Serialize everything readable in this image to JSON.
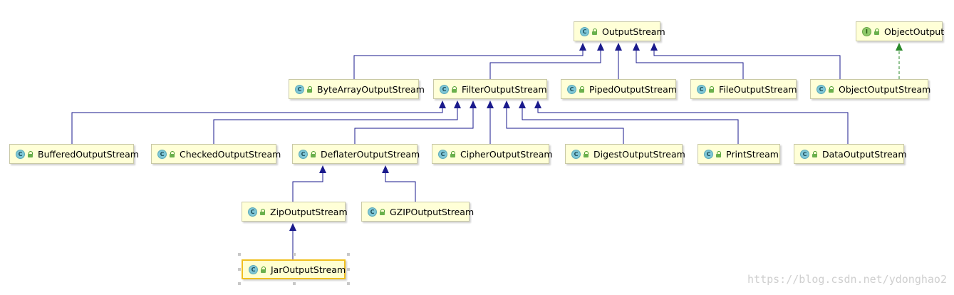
{
  "nodes": [
    {
      "id": "OutputStream",
      "label": "OutputStream",
      "kind": "class",
      "badge": "C"
    },
    {
      "id": "ObjectOutput",
      "label": "ObjectOutput",
      "kind": "interface",
      "badge": "I"
    },
    {
      "id": "ByteArrayOutputStream",
      "label": "ByteArrayOutputStream",
      "kind": "class",
      "badge": "C"
    },
    {
      "id": "FilterOutputStream",
      "label": "FilterOutputStream",
      "kind": "class",
      "badge": "C"
    },
    {
      "id": "PipedOutputStream",
      "label": "PipedOutputStream",
      "kind": "class",
      "badge": "C"
    },
    {
      "id": "FileOutputStream",
      "label": "FileOutputStream",
      "kind": "class",
      "badge": "C"
    },
    {
      "id": "ObjectOutputStream",
      "label": "ObjectOutputStream",
      "kind": "class",
      "badge": "C"
    },
    {
      "id": "BufferedOutputStream",
      "label": "BufferedOutputStream",
      "kind": "class",
      "badge": "C"
    },
    {
      "id": "CheckedOutputStream",
      "label": "CheckedOutputStream",
      "kind": "class",
      "badge": "C"
    },
    {
      "id": "DeflaterOutputStream",
      "label": "DeflaterOutputStream",
      "kind": "class",
      "badge": "C"
    },
    {
      "id": "CipherOutputStream",
      "label": "CipherOutputStream",
      "kind": "class",
      "badge": "C"
    },
    {
      "id": "DigestOutputStream",
      "label": "DigestOutputStream",
      "kind": "class",
      "badge": "C"
    },
    {
      "id": "PrintStream",
      "label": "PrintStream",
      "kind": "class",
      "badge": "C"
    },
    {
      "id": "DataOutputStream",
      "label": "DataOutputStream",
      "kind": "class",
      "badge": "C"
    },
    {
      "id": "ZipOutputStream",
      "label": "ZipOutputStream",
      "kind": "class",
      "badge": "C"
    },
    {
      "id": "GZIPOutputStream",
      "label": "GZIPOutputStream",
      "kind": "class",
      "badge": "C"
    },
    {
      "id": "JarOutputStream",
      "label": "JarOutputStream",
      "kind": "class",
      "badge": "C",
      "selected": true
    }
  ],
  "edges": [
    {
      "from": "ByteArrayOutputStream",
      "to": "OutputStream",
      "type": "extends"
    },
    {
      "from": "FilterOutputStream",
      "to": "OutputStream",
      "type": "extends"
    },
    {
      "from": "PipedOutputStream",
      "to": "OutputStream",
      "type": "extends"
    },
    {
      "from": "FileOutputStream",
      "to": "OutputStream",
      "type": "extends"
    },
    {
      "from": "ObjectOutputStream",
      "to": "OutputStream",
      "type": "extends"
    },
    {
      "from": "ObjectOutputStream",
      "to": "ObjectOutput",
      "type": "implements"
    },
    {
      "from": "BufferedOutputStream",
      "to": "FilterOutputStream",
      "type": "extends"
    },
    {
      "from": "CheckedOutputStream",
      "to": "FilterOutputStream",
      "type": "extends"
    },
    {
      "from": "DeflaterOutputStream",
      "to": "FilterOutputStream",
      "type": "extends"
    },
    {
      "from": "CipherOutputStream",
      "to": "FilterOutputStream",
      "type": "extends"
    },
    {
      "from": "DigestOutputStream",
      "to": "FilterOutputStream",
      "type": "extends"
    },
    {
      "from": "PrintStream",
      "to": "FilterOutputStream",
      "type": "extends"
    },
    {
      "from": "DataOutputStream",
      "to": "FilterOutputStream",
      "type": "extends"
    },
    {
      "from": "ZipOutputStream",
      "to": "DeflaterOutputStream",
      "type": "extends"
    },
    {
      "from": "GZIPOutputStream",
      "to": "DeflaterOutputStream",
      "type": "extends"
    },
    {
      "from": "JarOutputStream",
      "to": "ZipOutputStream",
      "type": "extends"
    }
  ],
  "colors": {
    "extends_edge": "#1a1a8c",
    "implements_edge": "#2a8a2a",
    "node_fill": "#ffffd7",
    "selected_border": "#f0c020"
  },
  "watermark": "https://blog.csdn.net/ydonghao2"
}
